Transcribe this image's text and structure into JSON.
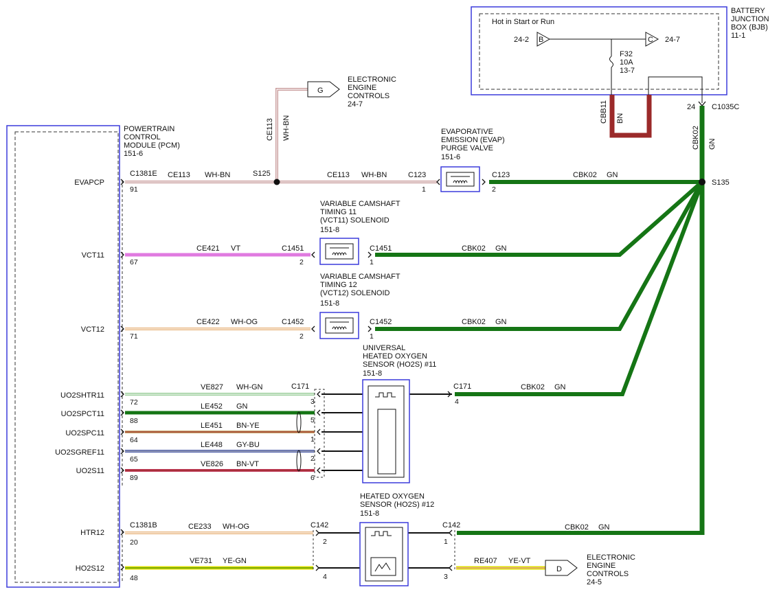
{
  "colors": {
    "module_border": "#3a3adb",
    "gn": "#157515",
    "bn": "#9b2a2a",
    "vt": "#e07ae0",
    "og": "#e8b27a",
    "wh_gn": "#8fc98f",
    "bn_ye": "#c8a86a",
    "gy_bu": "#4a5aa8",
    "bn_vt": "#c03a58",
    "ye_gn": "#e0e000",
    "wh_bn": "#c89a9a"
  },
  "bjb": {
    "title": [
      "BATTERY",
      "JUNCTION",
      "BOX (BJB)",
      "11-1"
    ],
    "hot": "Hot in Start or Run",
    "conn_b": "B",
    "conn_b_ref": "24-2",
    "conn_c": "C",
    "conn_c_ref": "24-7",
    "fuse": [
      "F32",
      "10A",
      "13-7"
    ],
    "wire_cbb11": "CBB11",
    "wire_bn": "BN",
    "pin24": "24",
    "c1035": "C1035C"
  },
  "pcm": {
    "title": [
      "POWERTRAIN",
      "CONTROL",
      "MODULE (PCM)",
      "151-6"
    ],
    "connector": "C1381E",
    "connector_b": "C1381B"
  },
  "pins": [
    {
      "name": "EVAPCP",
      "num": "91"
    },
    {
      "name": "VCT11",
      "num": "67"
    },
    {
      "name": "VCT12",
      "num": "71"
    },
    {
      "name": "UO2SHTR11",
      "num": "72"
    },
    {
      "name": "UO2SPCT11",
      "num": "88"
    },
    {
      "name": "UO2SPC11",
      "num": "64"
    },
    {
      "name": "UO2SGREF11",
      "num": "65"
    },
    {
      "name": "UO2S11",
      "num": "89"
    },
    {
      "name": "HTR12",
      "num": "20"
    },
    {
      "name": "HO2S12",
      "num": "48"
    }
  ],
  "wires": {
    "w_evap1": {
      "circuit": "CE113",
      "color": "WH-BN"
    },
    "w_evap2": {
      "circuit": "CE113",
      "color": "WH-BN"
    },
    "w_vct11": {
      "circuit": "CE421",
      "color": "VT"
    },
    "w_vct12": {
      "circuit": "CE422",
      "color": "WH-OG"
    },
    "w_htr11": {
      "circuit": "VE827",
      "color": "WH-GN"
    },
    "w_pct11": {
      "circuit": "LE452",
      "color": "GN"
    },
    "w_pc11": {
      "circuit": "LE451",
      "color": "BN-YE"
    },
    "w_gref11": {
      "circuit": "LE448",
      "color": "GY-BU"
    },
    "w_o2s11": {
      "circuit": "VE826",
      "color": "BN-VT"
    },
    "w_htr12": {
      "circuit": "CE233",
      "color": "WH-OG"
    },
    "w_ho2s12": {
      "circuit": "VE731",
      "color": "YE-GN"
    },
    "w_d": {
      "circuit": "RE407",
      "color": "YE-VT"
    },
    "g_evap": {
      "circuit": "CBK02",
      "color": "GN"
    },
    "g_vct11": {
      "circuit": "CBK02",
      "color": "GN"
    },
    "g_vct12": {
      "circuit": "CBK02",
      "color": "GN"
    },
    "g_ho2s11": {
      "circuit": "CBK02",
      "color": "GN"
    },
    "g_ho2s12": {
      "circuit": "CBK02",
      "color": "GN"
    },
    "g_vert": {
      "circuit": "CBK02",
      "color": "GN"
    },
    "v_ce113": {
      "circuit": "CE113",
      "color": "WH-BN"
    }
  },
  "splices": {
    "s125": "S125",
    "s135": "S135"
  },
  "g_ref": {
    "letter": "G",
    "title": [
      "ELECTRONIC",
      "ENGINE",
      "CONTROLS",
      "24-7"
    ]
  },
  "d_ref": {
    "letter": "D",
    "title": [
      "ELECTRONIC",
      "ENGINE",
      "CONTROLS",
      "24-5"
    ]
  },
  "evap": {
    "title": [
      "EVAPORATIVE",
      "EMISSION (EVAP)",
      "PURGE VALVE",
      "151-6"
    ],
    "conn_left": "C123",
    "pin_left": "1",
    "conn_right": "C123",
    "pin_right": "2"
  },
  "vct11": {
    "title": [
      "VARIABLE CAMSHAFT",
      "TIMING 11",
      "(VCT11) SOLENOID",
      "151-8"
    ],
    "conn_left": "C1451",
    "pin_left": "2",
    "conn_right": "C1451",
    "pin_right": "1"
  },
  "vct12": {
    "title": [
      "VARIABLE CAMSHAFT",
      "TIMING 12",
      "(VCT12) SOLENOID",
      "151-8"
    ],
    "conn_left": "C1452",
    "pin_left": "2",
    "conn_right": "C1452",
    "pin_right": "1"
  },
  "ho2s11": {
    "title": [
      "UNIVERSAL",
      "HEATED OXYGEN",
      "SENSOR (HO2S) #11",
      "151-8"
    ],
    "conn": "C171",
    "pins": [
      "3",
      "5",
      "1",
      "2",
      "6"
    ],
    "conn_right": "C171",
    "pin_right": "4"
  },
  "ho2s12": {
    "title": [
      "HEATED OXYGEN",
      "SENSOR (HO2S) #12",
      "151-8"
    ],
    "conn": "C142",
    "pins": [
      "2",
      "4"
    ],
    "conn_right": "C142",
    "pins_right": [
      "1",
      "3"
    ]
  }
}
